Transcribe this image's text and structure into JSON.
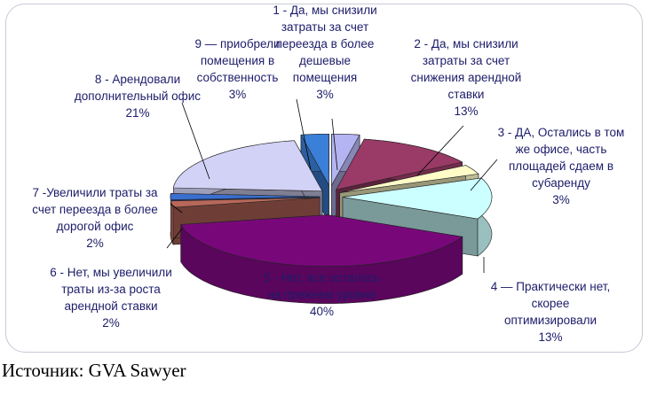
{
  "chart_data": {
    "type": "pie",
    "style": "3d-exploded",
    "categories": [
      "1 - Да, мы снизили затраты за счет переезда в более дешевые помещения",
      "2 - Да, мы снизили затраты за счет снижения арендной ставки",
      "3 -  ДА, Остались в том же офисе, часть площадей сдаем в субаренду",
      "4 — Практически нет,  скорее оптимизировали",
      "5 - Нет, все осталось на прежнем  уровне",
      "6 - Нет, мы увеличили траты из-за роста арендной ставки",
      "7 -Увеличили траты за счет переезда в более дорогой офис",
      "8 - Арендовали дополнительный офис",
      "9 — приобрели помещения в собственность"
    ],
    "values": [
      3,
      13,
      3,
      13,
      40,
      2,
      2,
      21,
      3
    ],
    "data_labels": [
      "3%",
      "13%",
      "3%",
      "13%",
      "40%",
      "2%",
      "2%",
      "21%",
      "3%"
    ],
    "colors": [
      "#b4b4f2",
      "#9a3a66",
      "#fffcc8",
      "#ccffff",
      "#78087a",
      "#b8685a",
      "#3a6fd0",
      "#d2d2f6",
      "#3a7fd8"
    ],
    "legend": "none"
  },
  "source": "Источник: GVA Sawyer"
}
